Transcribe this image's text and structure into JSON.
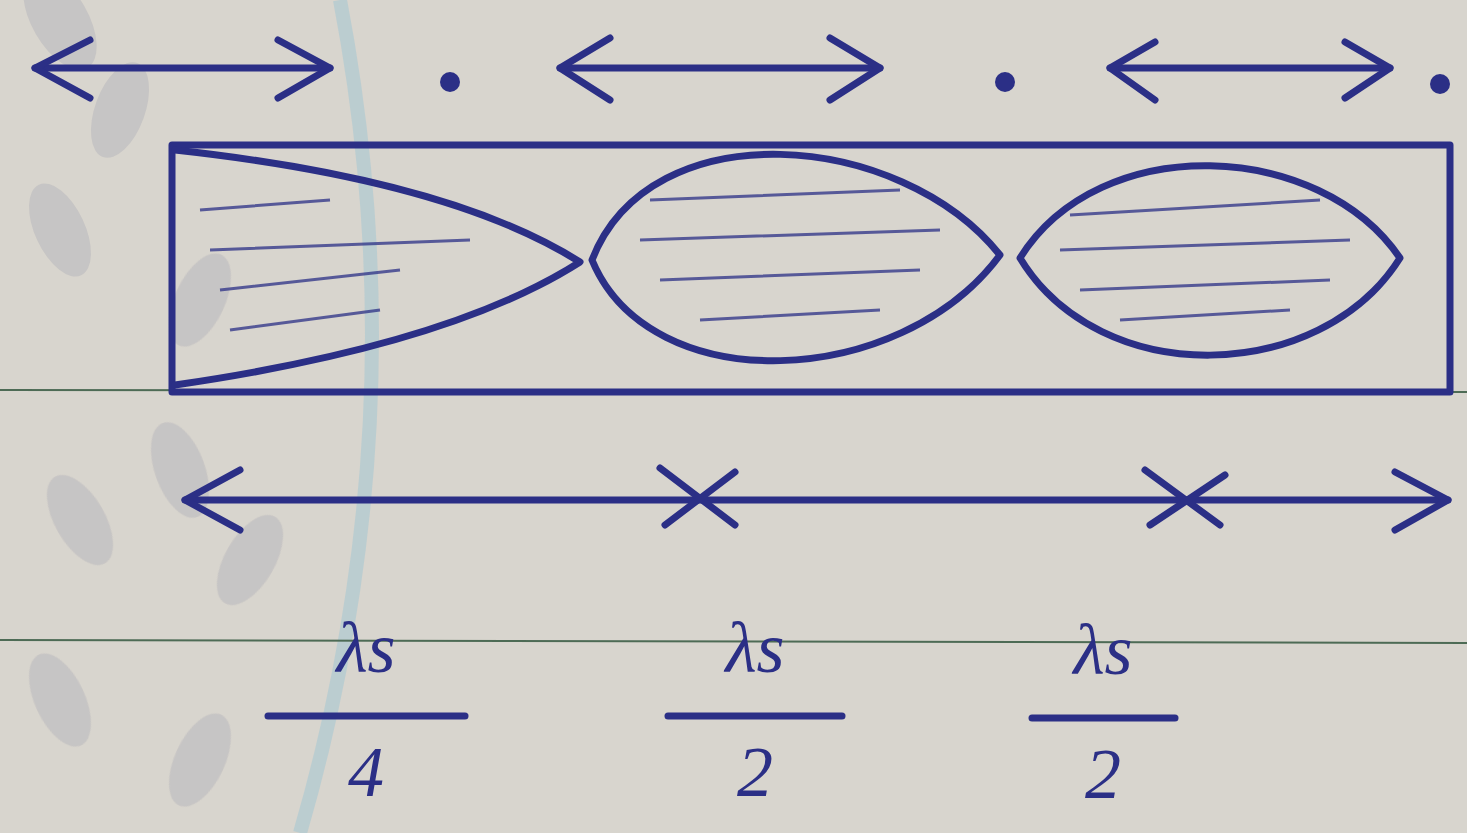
{
  "diagram": {
    "labels": [
      "λs",
      "4",
      "λs",
      "2",
      "λs",
      "2"
    ]
  }
}
